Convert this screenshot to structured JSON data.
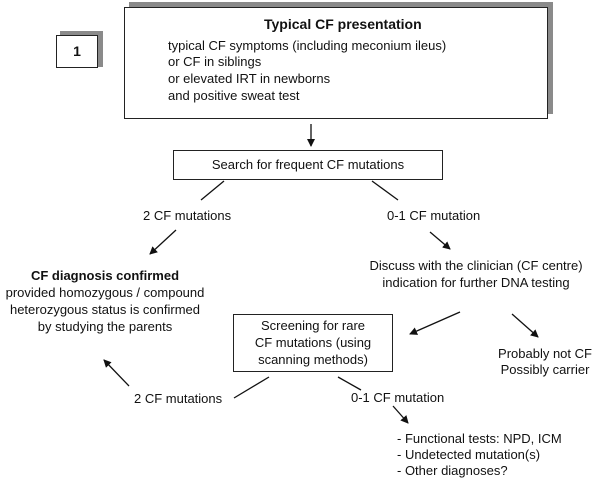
{
  "step_badge": "1",
  "top_box": {
    "title": "Typical CF presentation",
    "lines": [
      "typical CF symptoms (including meconium ileus)",
      "or CF in siblings",
      "or elevated IRT in newborns",
      "and positive sweat test"
    ]
  },
  "search_box": "Search for frequent CF mutations",
  "branch_2cf_upper": "2 CF mutations",
  "branch_01cf_upper": "0-1 CF mutation",
  "diagnosis": {
    "title": "CF diagnosis confirmed",
    "lines": [
      "provided homozygous / compound",
      "heterozygous status is confirmed",
      "by studying the parents"
    ]
  },
  "discuss": {
    "lines": [
      "Discuss with the clinician (CF centre)",
      "indication for further DNA testing"
    ]
  },
  "screening_box": {
    "lines": [
      "Screening for rare",
      "CF mutations (using",
      "scanning methods)"
    ]
  },
  "probably_not": {
    "lines": [
      "Probably not CF",
      "Possibly carrier"
    ]
  },
  "branch_2cf_lower": "2 CF mutations",
  "branch_01cf_lower": "0-1 CF mutation",
  "outcomes": [
    "- Functional tests: NPD, ICM",
    "- Undetected mutation(s)",
    "- Other diagnoses?"
  ]
}
